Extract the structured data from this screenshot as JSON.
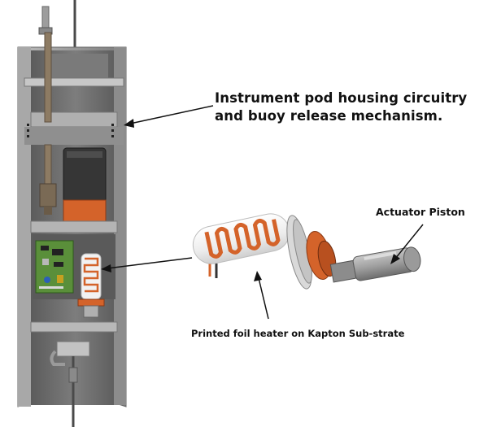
{
  "labels": {
    "pod_housing": "Instrument pod housing circuitry and buoy release mechanism.",
    "actuator_piston": "Actuator Piston",
    "heater": "Printed foil heater on Kapton Sub-strate"
  },
  "colors": {
    "housing": "#9a9a9a",
    "housing_dark": "#6e6e6e",
    "copper": "#d4632a",
    "battery": "#3a3a3a",
    "pcb": "#5a8f3a",
    "background": "#ffffff"
  }
}
